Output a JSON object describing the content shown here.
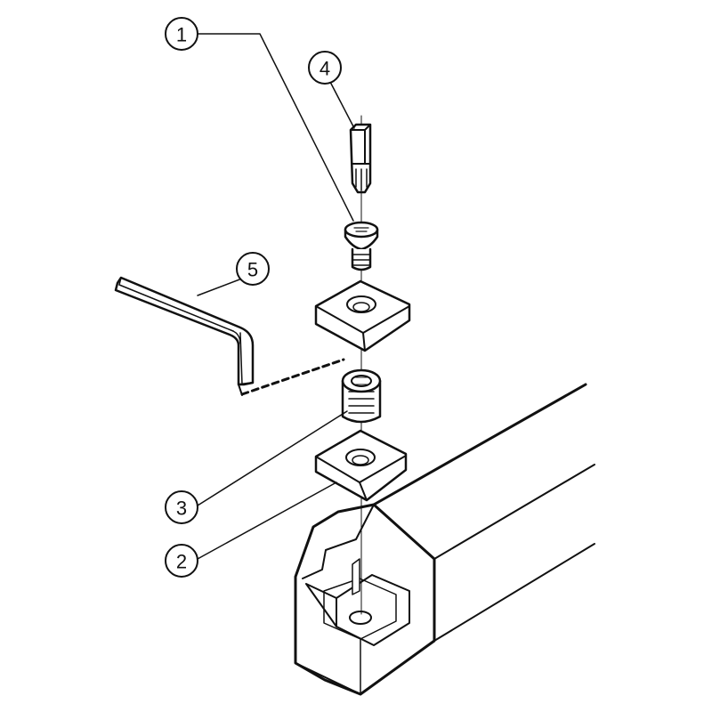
{
  "colors": {
    "stroke": "#111111",
    "fill": "#ffffff",
    "shade": "#d9d9d9"
  },
  "callouts": [
    {
      "id": "1",
      "label": "1",
      "part": "clamp-screw"
    },
    {
      "id": "2",
      "label": "2",
      "part": "shim"
    },
    {
      "id": "3",
      "label": "3",
      "part": "shim-screw"
    },
    {
      "id": "4",
      "label": "4",
      "part": "torx-key"
    },
    {
      "id": "5",
      "label": "5",
      "part": "hex-key"
    }
  ]
}
